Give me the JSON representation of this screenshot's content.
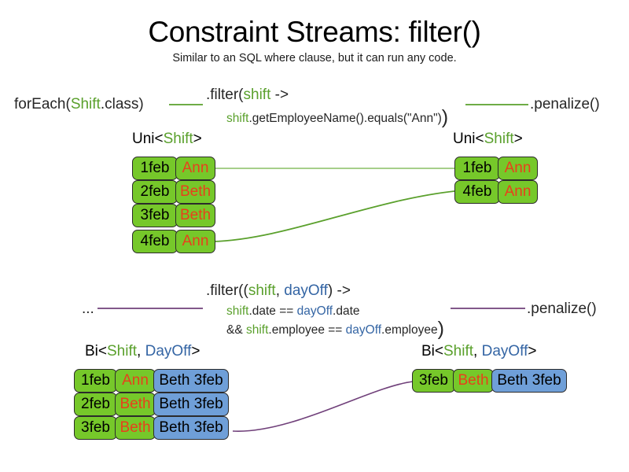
{
  "slide": {
    "title": "Constraint Streams: filter()",
    "subtitle": "Similar to an SQL where clause, but it can run any code."
  },
  "colors": {
    "shift_green": "#5aa02c",
    "dayoff_blue": "#3465a4",
    "fact_green_fill": "#76c82a",
    "fact_blue_fill": "#6f9fd8",
    "name_orange": "#e8401c",
    "wire_green": "#5aa02c",
    "wire_green_light": "#a6cf8a",
    "wire_purple": "#70407a",
    "border_dark": "#2b2b2b"
  },
  "uni_section": {
    "source_label": {
      "prefix": "forEach(",
      "type": "Shift",
      "suffix": ".class)"
    },
    "filter": {
      "head_prefix": ".filter(",
      "head_param": "shift",
      "head_arrow": " ->",
      "body": {
        "param": "shift",
        "expr": ".getEmployeeName().equals(\"Ann\")",
        "close_paren": ")"
      }
    },
    "penalize_label": ".penalize()",
    "input_stream": {
      "generic_prefix": "Uni<",
      "generic_type": "Shift",
      "generic_suffix": ">",
      "rows": [
        {
          "date": "1feb",
          "name": "Ann"
        },
        {
          "date": "2feb",
          "name": "Beth"
        },
        {
          "date": "3feb",
          "name": "Beth"
        },
        {
          "date": "4feb",
          "name": "Ann"
        }
      ]
    },
    "output_stream": {
      "generic_prefix": "Uni<",
      "generic_type": "Shift",
      "generic_suffix": ">",
      "rows": [
        {
          "date": "1feb",
          "name": "Ann"
        },
        {
          "date": "4feb",
          "name": "Ann"
        }
      ]
    }
  },
  "bi_section": {
    "source_label": "...",
    "filter": {
      "head_prefix": ".filter((",
      "head_param1": "shift",
      "head_comma": ", ",
      "head_param2": "dayOff",
      "head_suffix": ") ->",
      "line1": {
        "param1": "shift",
        "mid": ".date == ",
        "param2": "dayOff",
        "tail": ".date"
      },
      "line2": {
        "lead": "&& ",
        "param1": "shift",
        "mid": ".employee == ",
        "param2": "dayOff",
        "tail": ".employee",
        "close_paren": ")"
      }
    },
    "penalize_label": ".penalize()",
    "input_stream": {
      "generic_prefix": "Bi<",
      "generic_type1": "Shift",
      "generic_comma": ", ",
      "generic_type2": "DayOff",
      "generic_suffix": ">",
      "rows": [
        {
          "date": "1feb",
          "name": "Ann",
          "dayoff": "Beth 3feb"
        },
        {
          "date": "2feb",
          "name": "Beth",
          "dayoff": "Beth 3feb"
        },
        {
          "date": "3feb",
          "name": "Beth",
          "dayoff": "Beth 3feb"
        }
      ]
    },
    "output_stream": {
      "generic_prefix": "Bi<",
      "generic_type1": "Shift",
      "generic_comma": ", ",
      "generic_type2": "DayOff",
      "generic_suffix": ">",
      "rows": [
        {
          "date": "3feb",
          "name": "Beth",
          "dayoff": "Beth 3feb"
        }
      ]
    }
  }
}
